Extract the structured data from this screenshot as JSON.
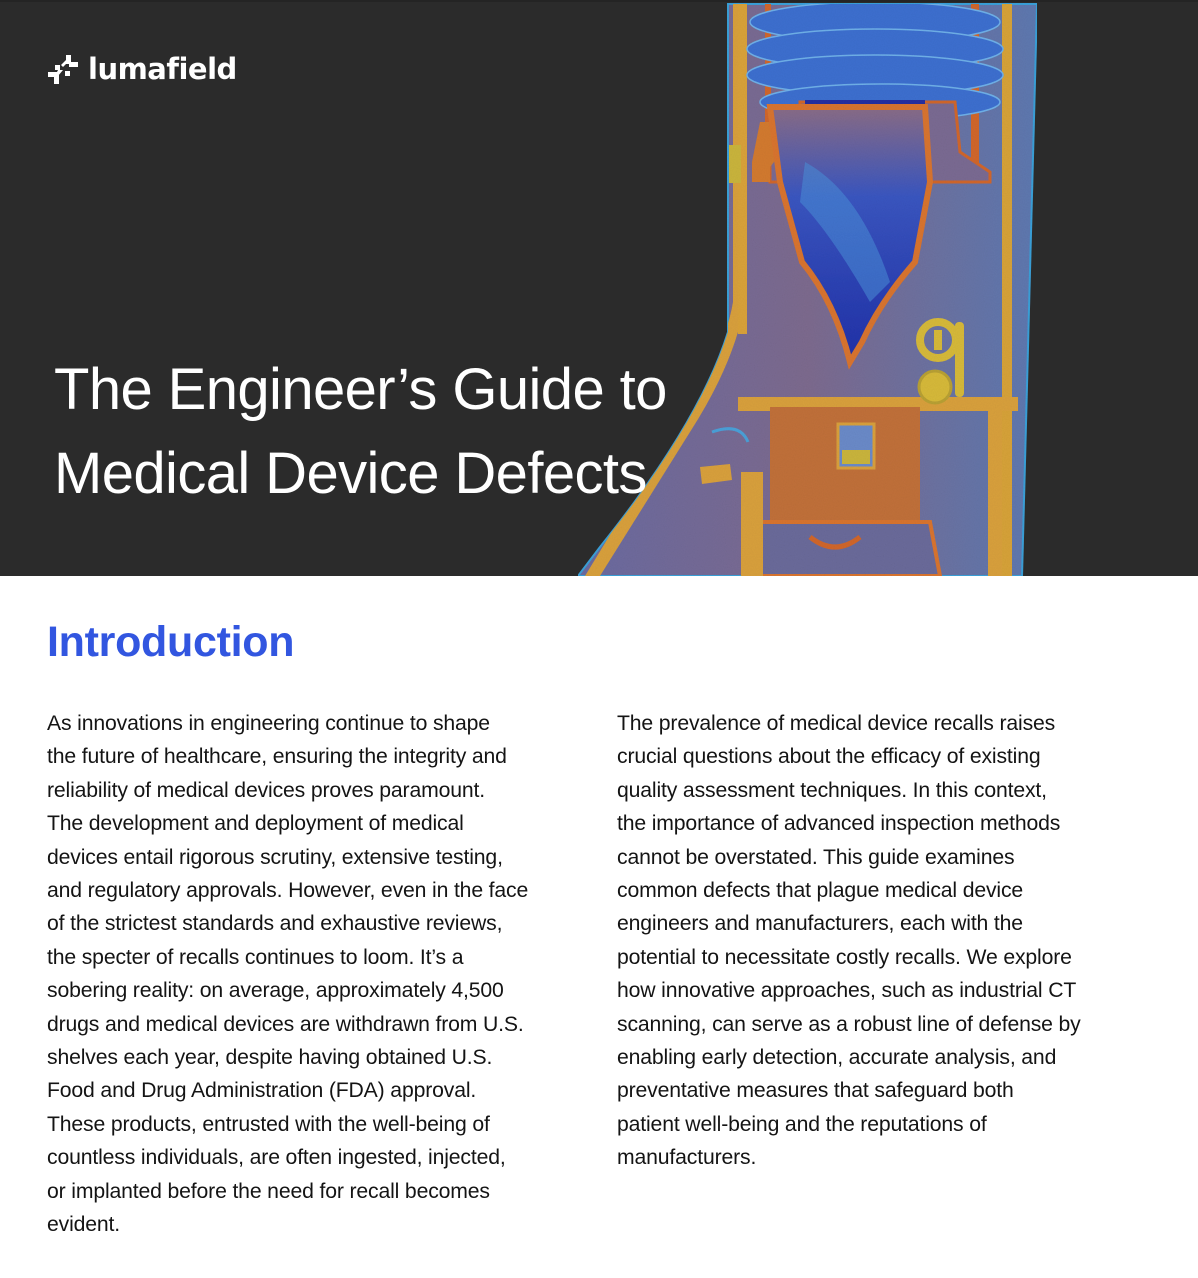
{
  "brand": {
    "name": "lumafield",
    "logo_icon": "lumafield-pinwheel-mark"
  },
  "hero": {
    "title_lines": [
      "The Engineer’s Guide to",
      "Medical Device Defects"
    ],
    "image": "ct-scan-cross-section-of-medical-device",
    "colors": {
      "background": "#2b2b2b",
      "scan_orange": "#d4803a",
      "scan_yellow": "#c9b43c",
      "scan_blue": "#3a68c4",
      "scan_deep_blue": "#2233a8"
    }
  },
  "intro": {
    "heading": "Introduction",
    "heading_color": "#3256e0",
    "left_column_lines": [
      "As innovations in engineering continue to shape",
      "the future of healthcare, ensuring the integrity and",
      "reliability of medical devices proves paramount.",
      "The development and deployment of medical",
      "devices entail rigorous scrutiny, extensive testing,",
      "and regulatory approvals. However, even in the face",
      "of the strictest standards and exhaustive reviews,",
      "the specter of recalls continues to loom. It’s a",
      "sobering reality: on average, approximately 4,500",
      "drugs and medical devices are withdrawn from U.S.",
      "shelves each year, despite having obtained U.S.",
      "Food and Drug Administration (FDA) approval.",
      "These products, entrusted with the well-being of",
      "countless individuals, are often ingested, injected,",
      "or implanted before the need for recall becomes",
      "evident."
    ],
    "right_column_lines": [
      "The prevalence of medical device recalls raises",
      "crucial questions about the efficacy of existing",
      "quality assessment techniques. In this context,",
      "the importance of advanced inspection methods",
      "cannot be overstated. This guide examines",
      "common defects that plague medical device",
      "engineers and manufacturers, each with the",
      "potential to necessitate costly recalls. We explore",
      "how innovative approaches, such as industrial CT",
      "scanning, can serve as a robust line of defense by",
      "enabling early detection, accurate analysis, and",
      "preventative measures that safeguard both",
      "patient well-being and the reputations of",
      "manufacturers."
    ]
  }
}
